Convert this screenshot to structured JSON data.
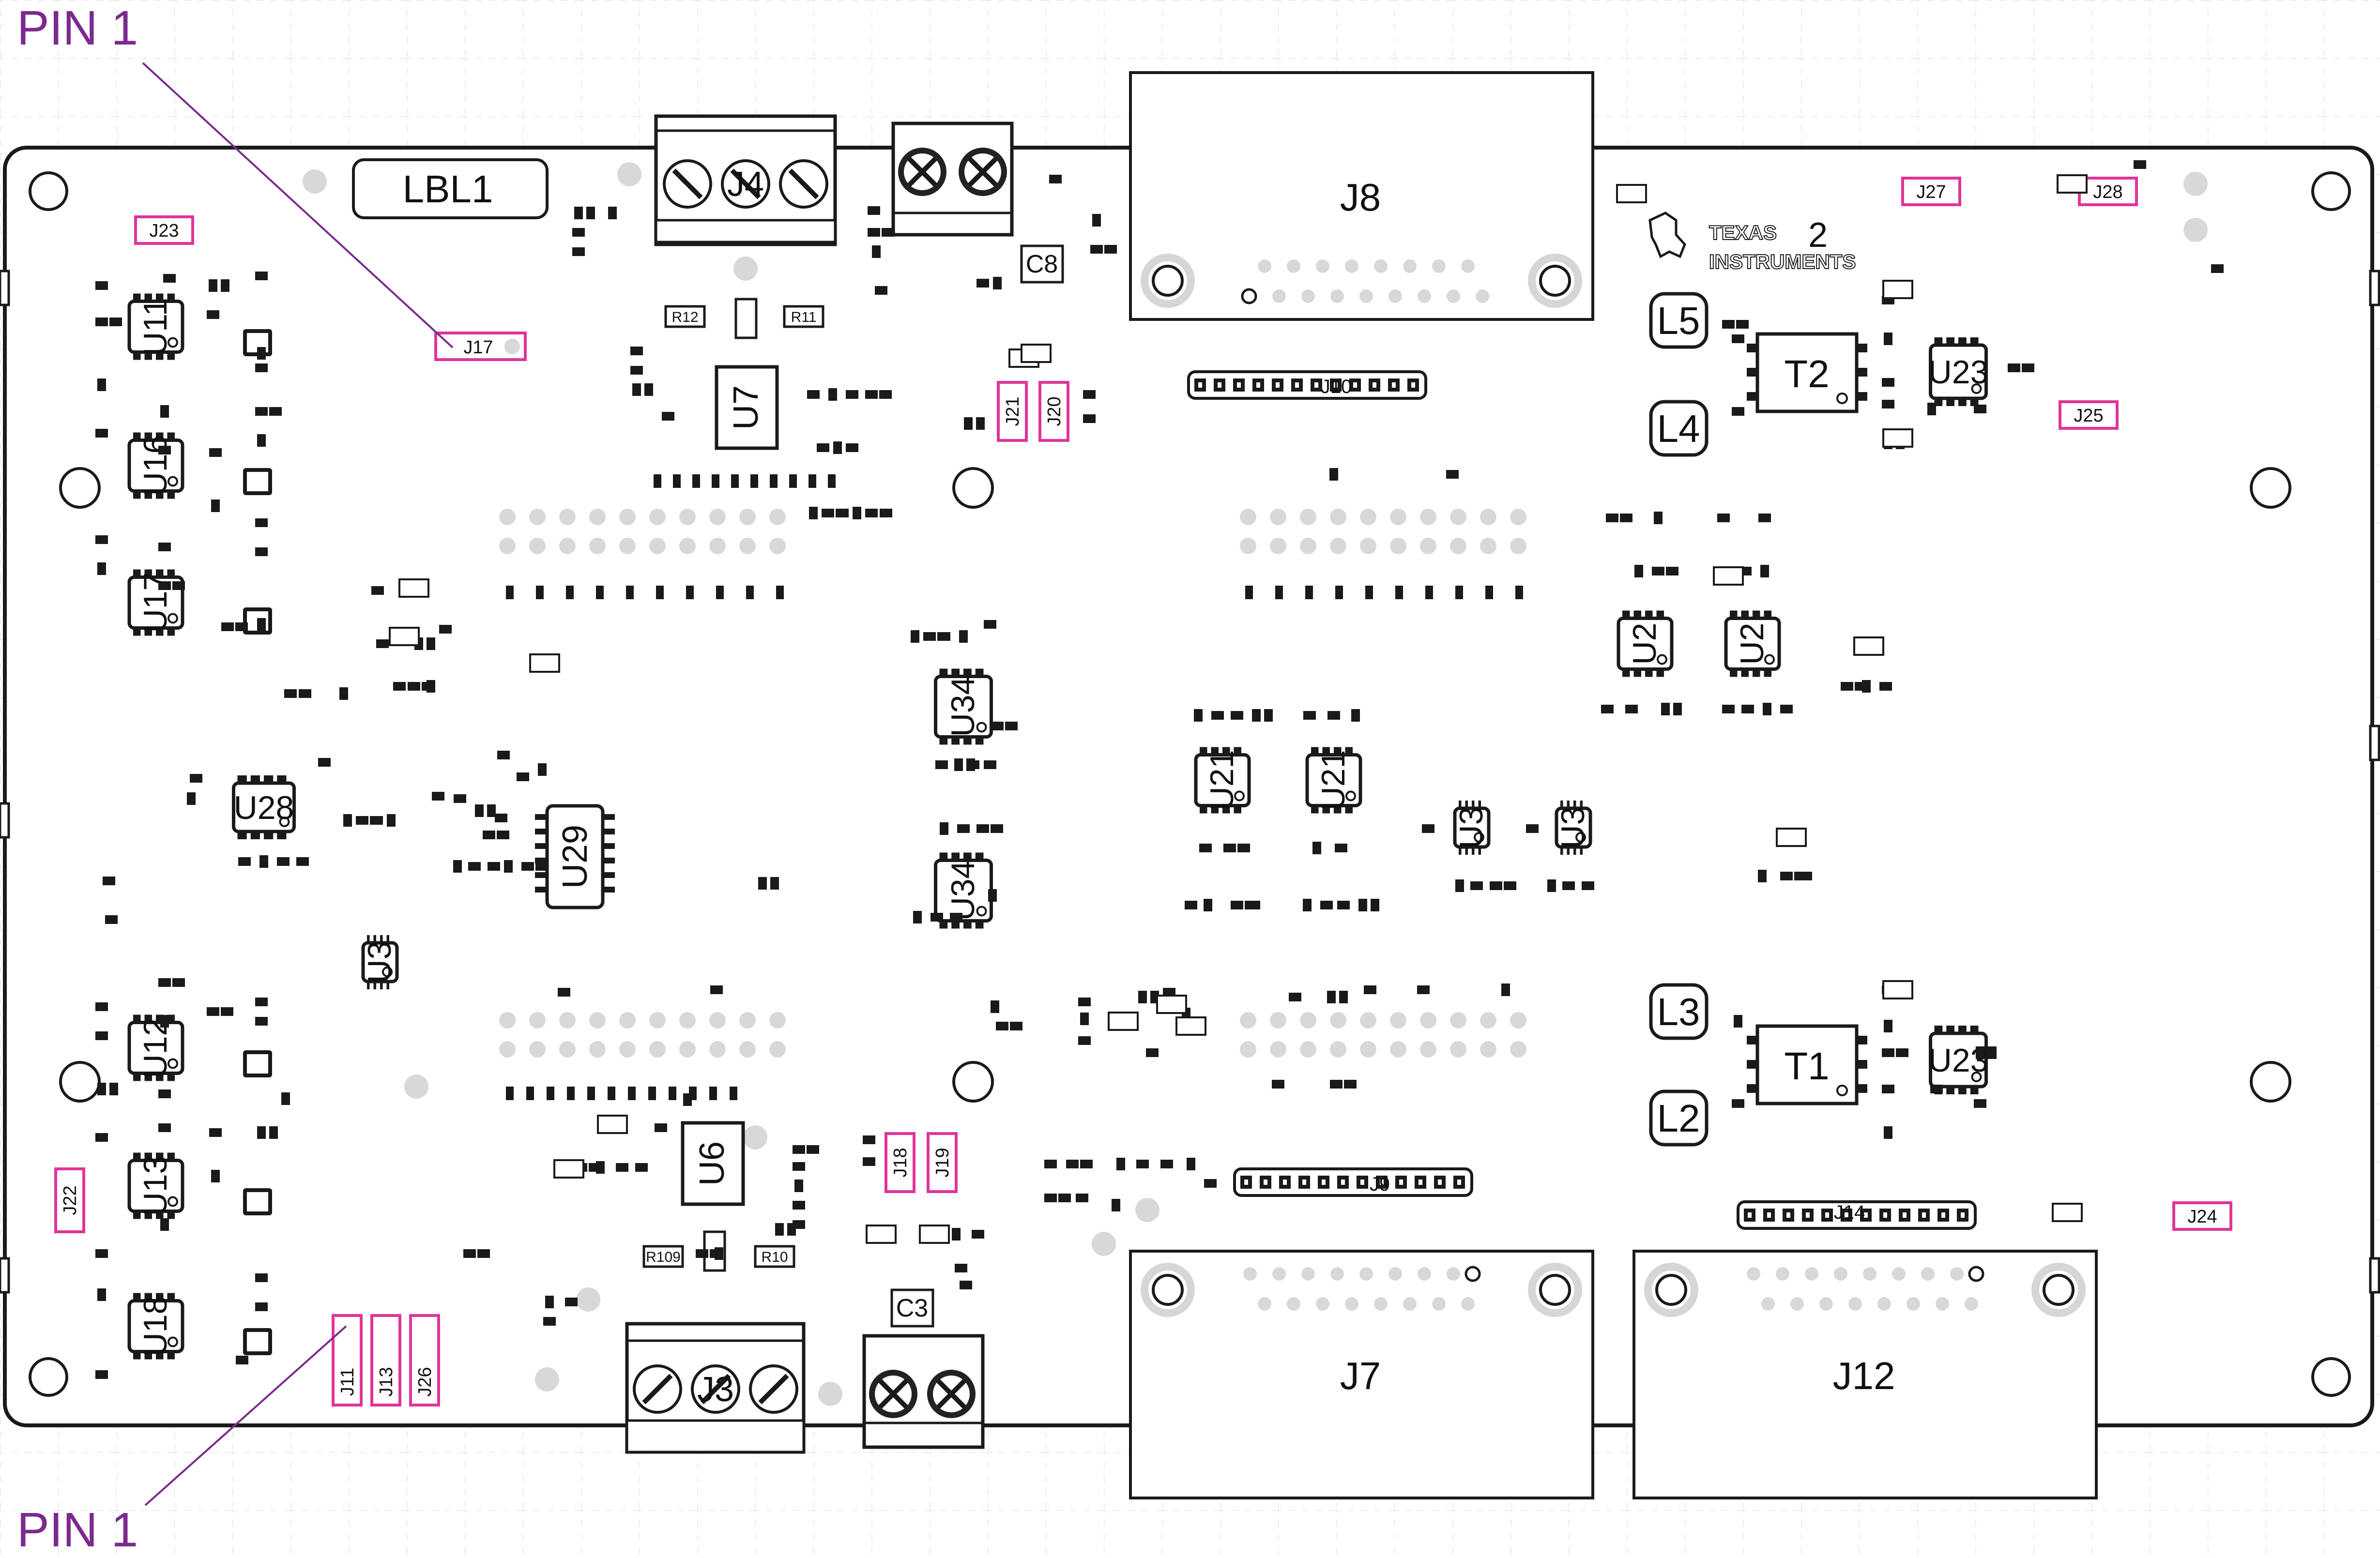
{
  "callouts": {
    "pin1_top": "PIN 1",
    "pin1_bottom": "PIN 1"
  },
  "labels": {
    "lbl1": "LBL1",
    "j8": "J8",
    "j7": "J7",
    "j12": "J12",
    "j10": "J10",
    "j9": "J9",
    "j14": "J14",
    "j17": "J17",
    "j23": "J23",
    "j27": "J27",
    "j28": "J28",
    "j25": "J25",
    "j24": "J24",
    "j21": "J21",
    "j20": "J20",
    "j18": "J18",
    "j19": "J19",
    "j22": "J22",
    "j11": "J11",
    "j13": "J13",
    "j26": "J26",
    "j4": "J4",
    "j3": "J3",
    "c8": "C8",
    "c3": "C3",
    "u7": "U7",
    "u6": "U6",
    "u29": "U29",
    "u28": "U28",
    "u34a": "U34",
    "u34b": "U34",
    "u11": "U11",
    "u16": "U16",
    "u17": "U17",
    "u12": "U12",
    "u13": "U13",
    "u18": "U18",
    "u21a": "U21",
    "u21b": "U21",
    "u2a": "U2",
    "u2b": "U2",
    "u3a": "U3",
    "u3b": "U3",
    "u3c": "U3",
    "u23a": "U23",
    "u23b": "U23",
    "t2": "T2",
    "t1": "T1",
    "l5": "L5",
    "l4": "L4",
    "l3": "L3",
    "l2": "L2",
    "r12": "R12",
    "r11": "R11",
    "r10": "R10",
    "r109": "R109"
  },
  "logo": {
    "line1": "TEXAS",
    "line2": "INSTRUMENTS",
    "rev": "2"
  },
  "colors": {
    "board_outline": "#1a1a1a",
    "silkscreen": "#111111",
    "connector_highlight": "#e0349a",
    "callout": "#7b2a8e",
    "pad_gray": "#d8d8d8",
    "grid": "#e4e4e4"
  }
}
